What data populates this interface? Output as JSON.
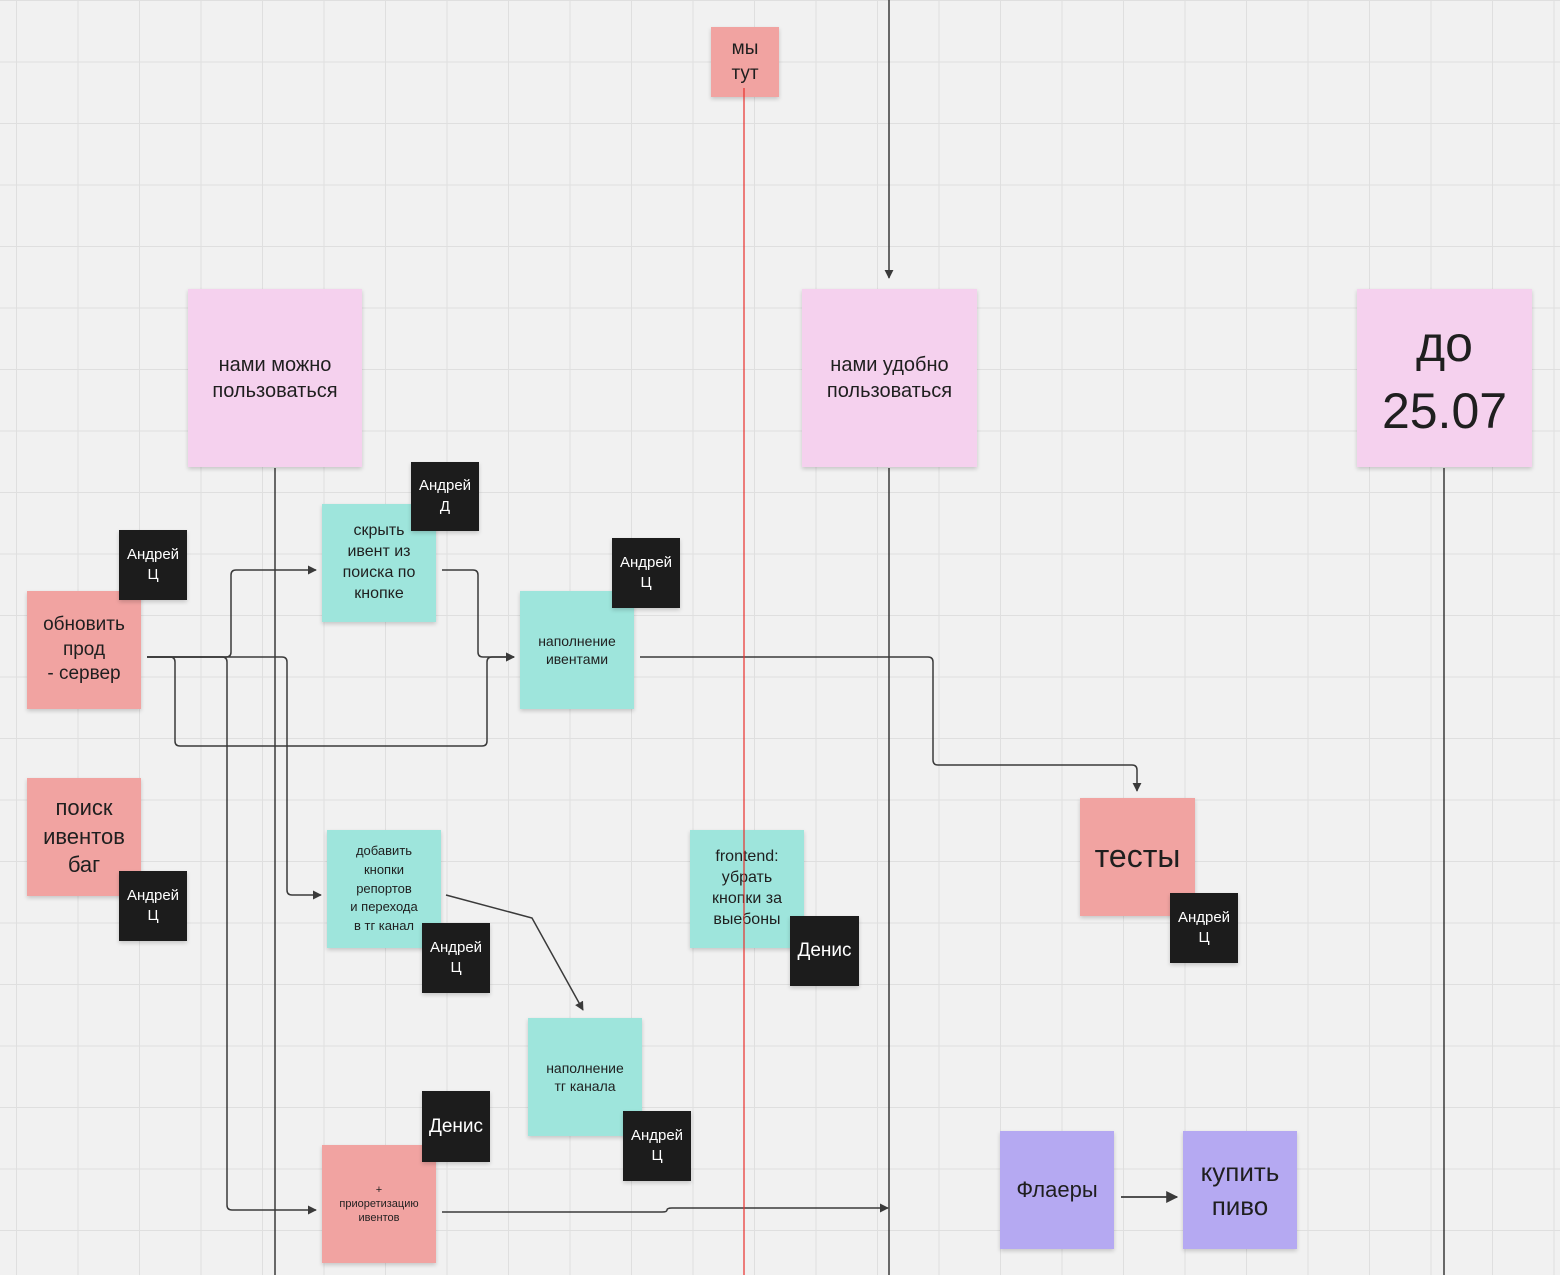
{
  "colors": {
    "canvas": "#f1f1f1",
    "grid": "#dfdfdf",
    "milestone_pink": "#f5d1ee",
    "task_salmon": "#f1a3a1",
    "task_teal": "#9ee5dc",
    "task_purple": "#b5a9f2",
    "assignee_black": "#1c1c1c",
    "connector": "#3a3a3a",
    "marker_line": "#e8302c"
  },
  "notes": {
    "marker": "мы\nтут",
    "milestone_usable": "нами можно\nпользоваться",
    "milestone_convenient": "нами удобно\nпользоваться",
    "milestone_deadline": "до\n25.07",
    "update_prod": "обновить\nпрод\n- сервер",
    "search_bug": "поиск\nивентов\nбаг",
    "hide_event": "скрыть\nивент из\nпоиска по\nкнопке",
    "fill_events": "наполнение\nивентами",
    "add_buttons": "добавить\nкнопки\nрепортов\nи перехода\nв тг канал",
    "frontend": "frontend:\nубрать\nкнопки за\nвыебоны",
    "fill_tg": "наполнение\nтг канала",
    "prioritize": "+\nприоретизацию\nивентов",
    "tests": "тесты",
    "flyers": "Флаеры",
    "buy_beer": "купить\nпиво"
  },
  "assignees": {
    "andrey_ts": "Андрей\nЦ",
    "andrey_d": "Андрей\nД",
    "denis": "Денис"
  }
}
